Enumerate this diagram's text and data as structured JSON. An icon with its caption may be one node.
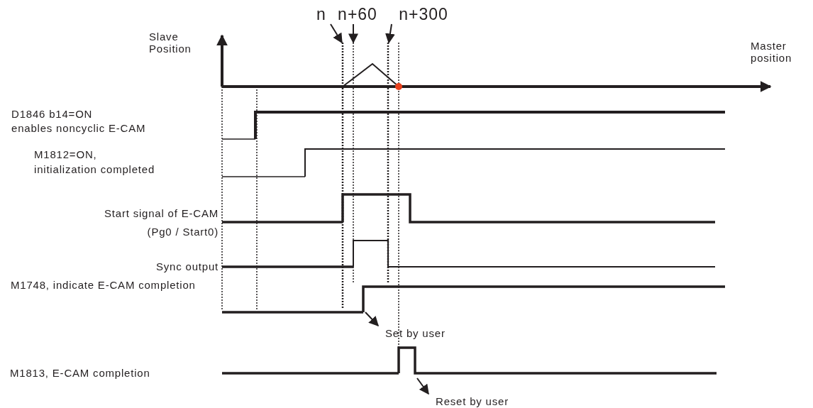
{
  "diagram": {
    "nodes": [
      {
        "text": [
          "n"
        ]
      },
      {
        "text": [
          "n+60"
        ]
      },
      {
        "text": [
          "n+300"
        ]
      },
      {
        "text": [
          "Set by user"
        ]
      },
      {
        "text": [
          "Reset by user"
        ]
      },
      {
        "text": [],
        "shape": "line"
      },
      {
        "text": [],
        "shape": "line"
      },
      {
        "text": [],
        "shape": "line"
      }
    ],
    "edges": [
      {
        "from": 0,
        "to": 5,
        "arrow": "to"
      },
      {
        "from": 1,
        "to": 6,
        "arrow": "to"
      },
      {
        "from": 2,
        "to": 7,
        "arrow": "to"
      },
      {
        "from": null,
        "to": 3,
        "arrow": "to"
      },
      {
        "from": null,
        "to": 4,
        "arrow": "to"
      }
    ],
    "labels": [
      "Slave Position",
      "Master position",
      "D1846 b14=ON",
      "enables noncyclic E-CAM",
      "M1812=ON,",
      "initialization completed",
      "Start signal of E-CAM",
      "(Pg0 / Start0)",
      "Sync output",
      "M1748, indicate E-CAM completion",
      "M1813, E-CAM completion"
    ]
  }
}
